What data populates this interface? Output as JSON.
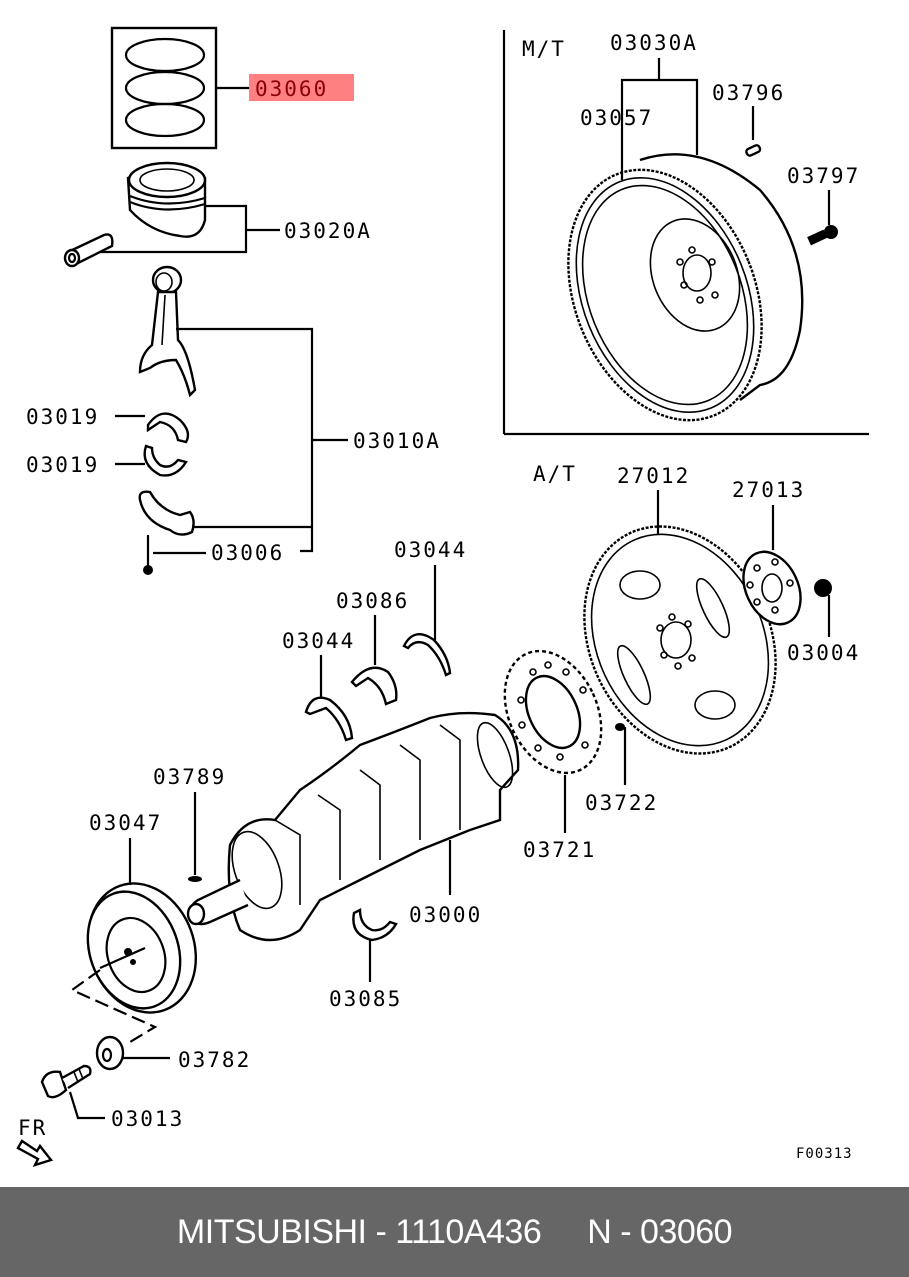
{
  "diagram": {
    "title_code": "F00313",
    "highlight_color": "#ff8080",
    "highlight_text_color": "#8b0000",
    "sections": {
      "manual": "M/T",
      "automatic": "A/T"
    },
    "direction_label": "FR",
    "parts": {
      "piston_ring_set": "03060",
      "piston_and_pin": "03020A",
      "connecting_rod_assy": "03010A",
      "rod_bearing_upper": "03019",
      "rod_bearing_lower": "03019",
      "rod_bolt": "03006",
      "flywheel_assy": "03030A",
      "flywheel_ring_gear": "03057",
      "flywheel_pin": "03796",
      "flywheel_bolt": "03797",
      "drive_plate": "27012",
      "adapter_plate": "27013",
      "drive_plate_bolt": "03004",
      "thrust_bearing_upper": "03044",
      "main_bearing_upper": "03086",
      "thrust_bearing_lower": "03044",
      "crank_sensing_ring": "03721",
      "sensing_ring_pin": "03722",
      "crank_pulley_key": "03789",
      "crank_pulley": "03047",
      "crankshaft": "03000",
      "main_bearing_lower": "03085",
      "pulley_washer": "03782",
      "pulley_bolt": "03013"
    }
  },
  "footer": {
    "brand": "MITSUBISHI",
    "part_number": "1110A436",
    "ref_prefix": "N",
    "ref_number": "03060",
    "dash": "-"
  }
}
